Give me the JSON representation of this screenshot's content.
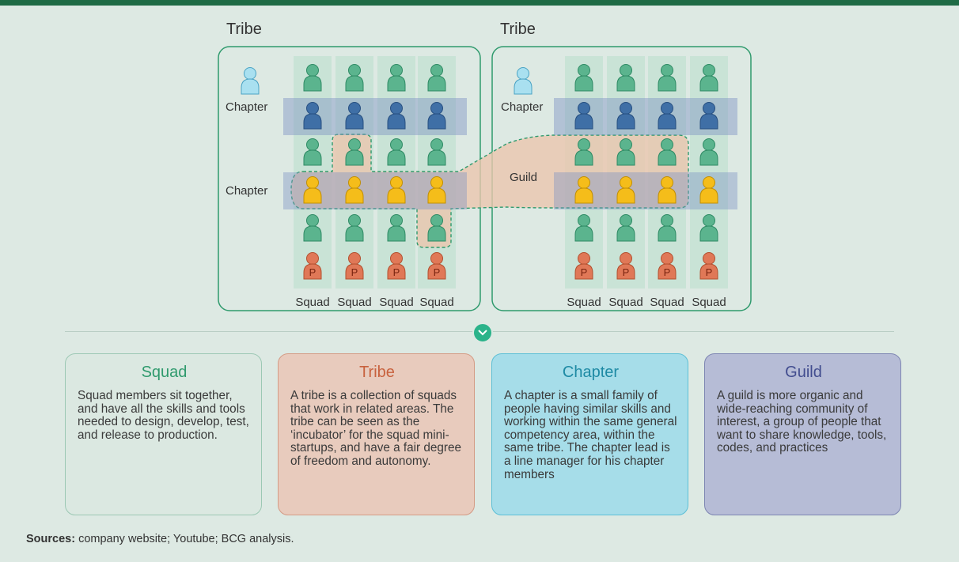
{
  "tribes": [
    {
      "title": "Tribe"
    },
    {
      "title": "Tribe"
    }
  ],
  "labels": {
    "chapter": "Chapter",
    "guild": "Guild",
    "squad": "Squad",
    "product_owner_mark": "P"
  },
  "cards": [
    {
      "title": "Squad",
      "body": "Squad members sit together, and have all the skills and tools needed to design, develop, test, and release to production."
    },
    {
      "title": "Tribe",
      "body": "A tribe is a collection of squads that work in related areas. The tribe can be seen as the ‘incubator’ for the squad mini-startups, and have a fair degree of freedom and autonomy."
    },
    {
      "title": "Chapter",
      "body": "A chapter is a small family of people having similar skills and working within the same general competency area, within the same tribe. The chapter lead is a line manager for his chapter members"
    },
    {
      "title": "Guild",
      "body": "A guild is more organic and wide-reaching community of interest, a group of people that want to share knowledge, tools, codes, and practices"
    }
  ],
  "sources": {
    "label": "Sources:",
    "text": "company website; Youtube; BCG analysis."
  },
  "colors": {
    "topbar": "#1f6b45",
    "background": "#dde9e3",
    "member_green": "#5bb48e",
    "chapter_blue": "#3f6fa6",
    "chapter_yellow": "#f5bd1a",
    "product_owner": "#e07857",
    "chapter_lead": "#a9e0f0",
    "accent": "#2bb38a"
  }
}
